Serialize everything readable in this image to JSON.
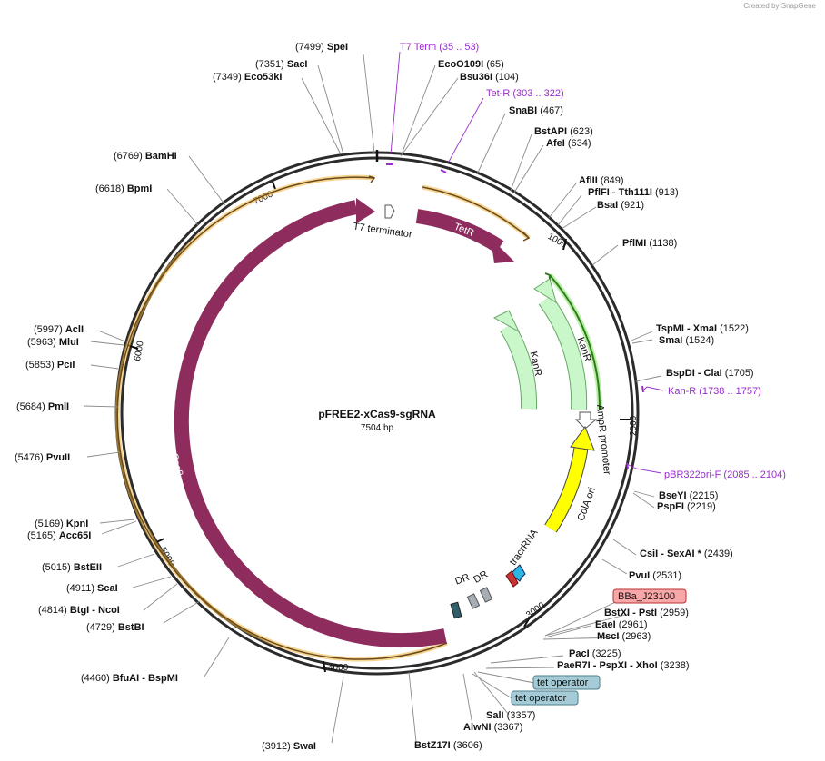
{
  "credit": "Created by SnapGene",
  "plasmid": {
    "name": "pFREE2-xCas9-sgRNA",
    "size": "7504 bp"
  },
  "ticks": [
    "1000",
    "2000",
    "3000",
    "4000",
    "5000",
    "6000",
    "7000"
  ],
  "sites": [
    {
      "name": "SpeI",
      "pos": "(7499)"
    },
    {
      "name": "SacI",
      "pos": "(7351)"
    },
    {
      "name": "Eco53kI",
      "pos": "(7349)"
    },
    {
      "name": "EcoO109I",
      "pos": "(65)"
    },
    {
      "name": "Bsu36I",
      "pos": "(104)"
    },
    {
      "name": "SnaBI",
      "pos": "(467)"
    },
    {
      "name": "BstAPI",
      "pos": "(623)"
    },
    {
      "name": "AfeI",
      "pos": "(634)"
    },
    {
      "name": "AflII",
      "pos": "(849)"
    },
    {
      "name": "PflFI - Tth111I",
      "pos": "(913)"
    },
    {
      "name": "BsaI",
      "pos": "(921)"
    },
    {
      "name": "PflMI",
      "pos": "(1138)"
    },
    {
      "name": "TspMI - XmaI",
      "pos": "(1522)"
    },
    {
      "name": "SmaI",
      "pos": "(1524)"
    },
    {
      "name": "BspDI - ClaI",
      "pos": "(1705)"
    },
    {
      "name": "BseYI",
      "pos": "(2215)"
    },
    {
      "name": "PspFI",
      "pos": "(2219)"
    },
    {
      "name": "CsiI - SexAI *",
      "pos": "(2439)"
    },
    {
      "name": "PvuI",
      "pos": "(2531)"
    },
    {
      "name": "BstXI - PstI",
      "pos": "(2959)"
    },
    {
      "name": "EaeI",
      "pos": "(2961)"
    },
    {
      "name": "MscI",
      "pos": "(2963)"
    },
    {
      "name": "PacI",
      "pos": "(3225)"
    },
    {
      "name": "PaeR7I - PspXI - XhoI",
      "pos": "(3238)"
    },
    {
      "name": "SalI",
      "pos": "(3357)"
    },
    {
      "name": "AlwNI",
      "pos": "(3367)"
    },
    {
      "name": "BstZ17I",
      "pos": "(3606)"
    },
    {
      "name": "SwaI",
      "pos": "(3912)"
    },
    {
      "name": "BfuAI - BspMI",
      "pos": "(4460)"
    },
    {
      "name": "BstBI",
      "pos": "(4729)"
    },
    {
      "name": "BtgI - NcoI",
      "pos": "(4814)"
    },
    {
      "name": "ScaI",
      "pos": "(4911)"
    },
    {
      "name": "BstEII",
      "pos": "(5015)"
    },
    {
      "name": "Acc65I",
      "pos": "(5165)"
    },
    {
      "name": "KpnI",
      "pos": "(5169)"
    },
    {
      "name": "PvuII",
      "pos": "(5476)"
    },
    {
      "name": "PmlI",
      "pos": "(5684)"
    },
    {
      "name": "PciI",
      "pos": "(5853)"
    },
    {
      "name": "MluI",
      "pos": "(5963)"
    },
    {
      "name": "AclI",
      "pos": "(5997)"
    },
    {
      "name": "BpmI",
      "pos": "(6618)"
    },
    {
      "name": "BamHI",
      "pos": "(6769)"
    }
  ],
  "primers": [
    {
      "name": "T7 Term",
      "range": "(35 .. 53)"
    },
    {
      "name": "Tet-R",
      "range": "(303 .. 322)"
    },
    {
      "name": "Kan-R",
      "range": "(1738 .. 1757)"
    },
    {
      "name": "pBR322ori-F",
      "range": "(2085 .. 2104)"
    }
  ],
  "boxes": {
    "bba": "BBa_J23100",
    "tetop1": "tet operator",
    "tetop2": "tet operator"
  },
  "features": {
    "t7": "T7 terminator",
    "tetr": "TetR",
    "kanr_outer": "KanR",
    "kanr_inner": "KanR",
    "ampr_promoter": "AmpR promoter",
    "cola": "ColA ori",
    "tracr": "tracrRNA",
    "dr1": "DR",
    "dr2": "DR",
    "cas9": "Cas9"
  },
  "colors": {
    "backbone": "#2b2b2b",
    "cas9": "#8e2c5e",
    "tetr": "#8e2c5e",
    "kanr": "#c9f7c9",
    "kanr_stroke": "#6aa66a",
    "cola": "#ffff00",
    "tracr": "#2ab7e6",
    "primer": "#9b2ccf",
    "orange_outline": "#f0b23a",
    "bba_fill": "#f7a7a7",
    "tet_fill": "#a5cbd6"
  }
}
